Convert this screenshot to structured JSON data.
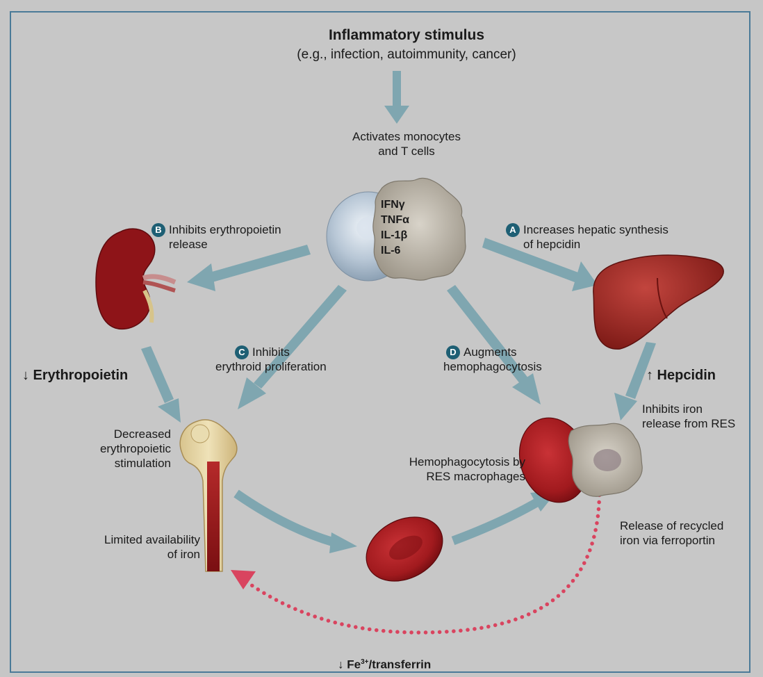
{
  "title": "Inflammatory stimulus",
  "subtitle": "(e.g., infection, autoimmunity, cancer)",
  "activates": [
    "Activates monocytes",
    "and T cells"
  ],
  "cytokines": [
    "IFNγ",
    "TNFα",
    "IL-1β",
    "IL-6"
  ],
  "pathways": {
    "a": {
      "badge": "A",
      "lines": [
        "Increases hepatic synthesis",
        "of hepcidin"
      ]
    },
    "b": {
      "badge": "B",
      "lines": [
        "Inhibits erythropoietin",
        "release"
      ]
    },
    "c": {
      "badge": "C",
      "lines": [
        "Inhibits",
        "erythroid proliferation"
      ]
    },
    "d": {
      "badge": "D",
      "lines": [
        "Augments",
        "hemophagocytosis"
      ]
    }
  },
  "erythropoietin": "↓ Erythropoietin",
  "hepcidin": "↑ Hepcidin",
  "inhibits_iron": [
    "Inhibits iron",
    "release from RES"
  ],
  "decreased": [
    "Decreased",
    "erythropoietic",
    "stimulation"
  ],
  "hemophagocytosis": [
    "Hemophagocytosis by",
    "RES macrophages"
  ],
  "limited": [
    "Limited availability",
    "of iron"
  ],
  "release": [
    "Release of recycled",
    "iron via ferroportin"
  ],
  "fe_prefix": "↓ Fe",
  "fe_sup": "3+",
  "fe_suffix": "/transferrin",
  "colors": {
    "arrow": "#7fa6b0",
    "badge": "#1e5f74",
    "blood": "#8e1418",
    "dots": "#d9445f",
    "border": "#4a7a98"
  }
}
